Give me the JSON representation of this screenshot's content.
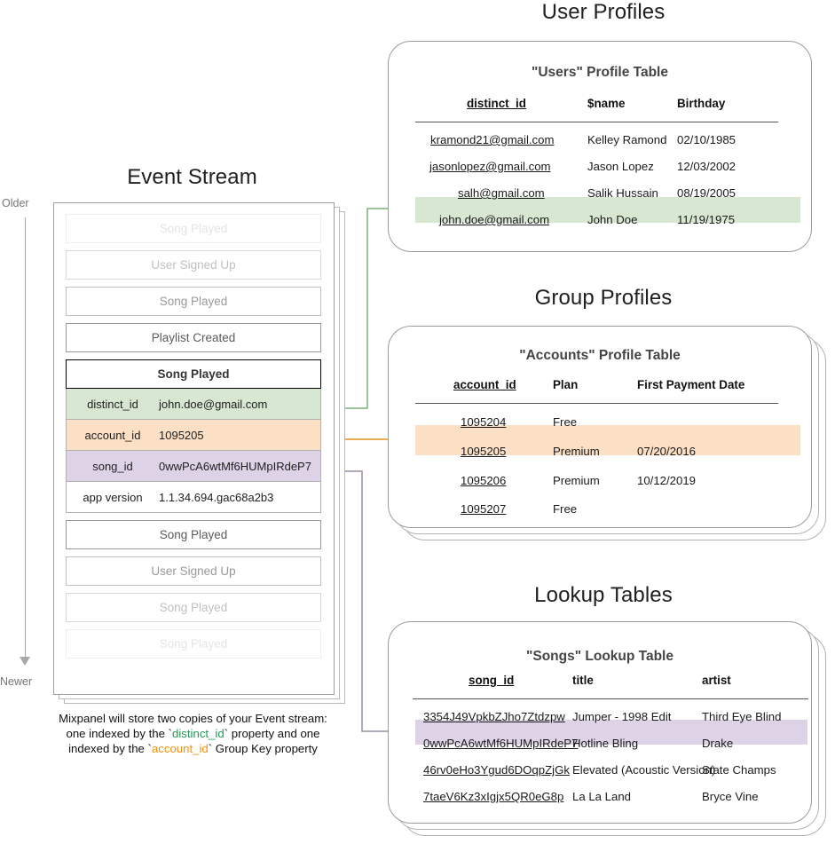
{
  "colors": {
    "green": "#d7e7d2",
    "orange": "#fbe0c6",
    "purple": "#ded2e7",
    "green_arrow": "#7cb27c",
    "orange_arrow": "#e8a33d",
    "purple_arrow": "#9c8ba6",
    "card_border": "#9c9c9c"
  },
  "event_stream": {
    "title": "Event Stream",
    "axis": {
      "older": "Older",
      "newer": "Newer"
    },
    "events_before": [
      {
        "label": "Song Played",
        "fade": "f1"
      },
      {
        "label": "User Signed Up",
        "fade": "f2"
      },
      {
        "label": "Song Played",
        "fade": "f3"
      },
      {
        "label": "Playlist Created",
        "fade": "f4"
      }
    ],
    "expanded_event": {
      "name": "Song Played",
      "properties": [
        {
          "key": "distinct_id",
          "value": "john.doe@gmail.com",
          "color": "green"
        },
        {
          "key": "account_id",
          "value": "1095205",
          "color": "orange"
        },
        {
          "key": "song_id",
          "value": "0wwPcA6wtMf6HUMpIRdeP7",
          "color": "purple"
        },
        {
          "key": "app version",
          "value": "1.1.34.694.gac68a2b3",
          "color": "plain"
        }
      ]
    },
    "events_after": [
      {
        "label": "Song Played",
        "fade": "f4"
      },
      {
        "label": "User Signed Up",
        "fade": "f3"
      },
      {
        "label": "Song Played",
        "fade": "f2"
      },
      {
        "label": "Song Played",
        "fade": "f1"
      }
    ],
    "caption": {
      "line1": "Mixpanel will store two copies of your Event stream:",
      "line2a": "one indexed by the `",
      "line2b": "distinct_id",
      "line2c": "` property and one",
      "line3a": "indexed by the `",
      "line3b": "account_id",
      "line3c": "` Group Key property"
    }
  },
  "user_profiles": {
    "section_title": "User Profiles",
    "table_title": "\"Users\" Profile Table",
    "columns": [
      "distinct_id",
      "$name",
      "Birthday"
    ],
    "rows": [
      {
        "distinct_id": "kramond21@gmail.com",
        "name": "Kelley Ramond",
        "birthday": "02/10/1985",
        "highlight": false
      },
      {
        "distinct_id": "jasonlopez@gmail.com",
        "name": "Jason Lopez",
        "birthday": "12/03/2002",
        "highlight": false
      },
      {
        "distinct_id": "salh@gmail.com",
        "name": "Salik Hussain",
        "birthday": "08/19/2005",
        "highlight": false
      },
      {
        "distinct_id": "john.doe@gmail.com",
        "name": "John Doe",
        "birthday": "11/19/1975",
        "highlight": true
      }
    ]
  },
  "group_profiles": {
    "section_title": "Group Profiles",
    "table_title": "\"Accounts\" Profile Table",
    "columns": [
      "account_id",
      "Plan",
      "First Payment Date"
    ],
    "rows": [
      {
        "account_id": "1095204",
        "plan": "Free",
        "first_payment": "",
        "highlight": false
      },
      {
        "account_id": "1095205",
        "plan": "Premium",
        "first_payment": "07/20/2016",
        "highlight": true
      },
      {
        "account_id": "1095206",
        "plan": "Premium",
        "first_payment": "10/12/2019",
        "highlight": false
      },
      {
        "account_id": "1095207",
        "plan": "Free",
        "first_payment": "",
        "highlight": false
      }
    ]
  },
  "lookup_tables": {
    "section_title": "Lookup Tables",
    "table_title": "\"Songs\" Lookup Table",
    "columns": [
      "song_id",
      "title",
      "artist"
    ],
    "rows": [
      {
        "song_id": "3354J49VpkbZJho7Ztdzpw",
        "title": "Jumper - 1998 Edit",
        "artist": "Third Eye Blind",
        "highlight": false
      },
      {
        "song_id": "0wwPcA6wtMf6HUMpIRdeP7",
        "title": "Hotline Bling",
        "artist": "Drake",
        "highlight": true
      },
      {
        "song_id": "46rv0eHo3Ygud6DOqpZjGk",
        "title": "Elevated (Acoustic Version)",
        "artist": "State Champs",
        "highlight": false
      },
      {
        "song_id": "7taeV6Kz3xIgjx5QR0eG8p",
        "title": "La La Land",
        "artist": "Bryce Vine",
        "highlight": false
      }
    ]
  }
}
